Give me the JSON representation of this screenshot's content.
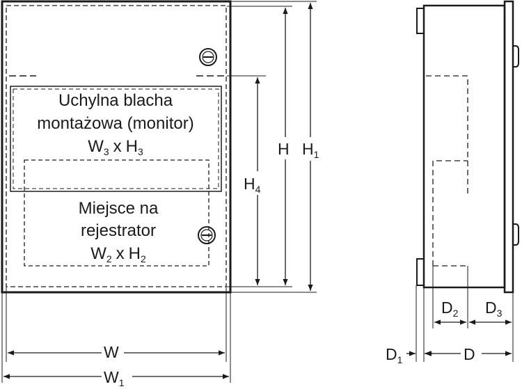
{
  "front_view": {
    "panel_label": {
      "line1": "Uchylna blacha",
      "line2": "montażowa (monitor)",
      "size_w": "W",
      "size_w_sub": "3",
      "size_x": "x",
      "size_h": "H",
      "size_h_sub": "3"
    },
    "recorder_label": {
      "line1": "Miejsce na",
      "line2": "rejestrator",
      "size_w": "W",
      "size_w_sub": "2",
      "size_x": "x",
      "size_h": "H",
      "size_h_sub": "2"
    },
    "dimensions": {
      "w": "W",
      "w1": "W",
      "w1_sub": "1",
      "h": "H",
      "h1": "H",
      "h1_sub": "1",
      "h4": "H",
      "h4_sub": "4"
    }
  },
  "side_view": {
    "dimensions": {
      "d": "D",
      "d1": "D",
      "d1_sub": "1",
      "d2": "D",
      "d2_sub": "2",
      "d3": "D",
      "d3_sub": "3"
    }
  },
  "colors": {
    "line": "#1a1a1a",
    "background": "#ffffff"
  }
}
